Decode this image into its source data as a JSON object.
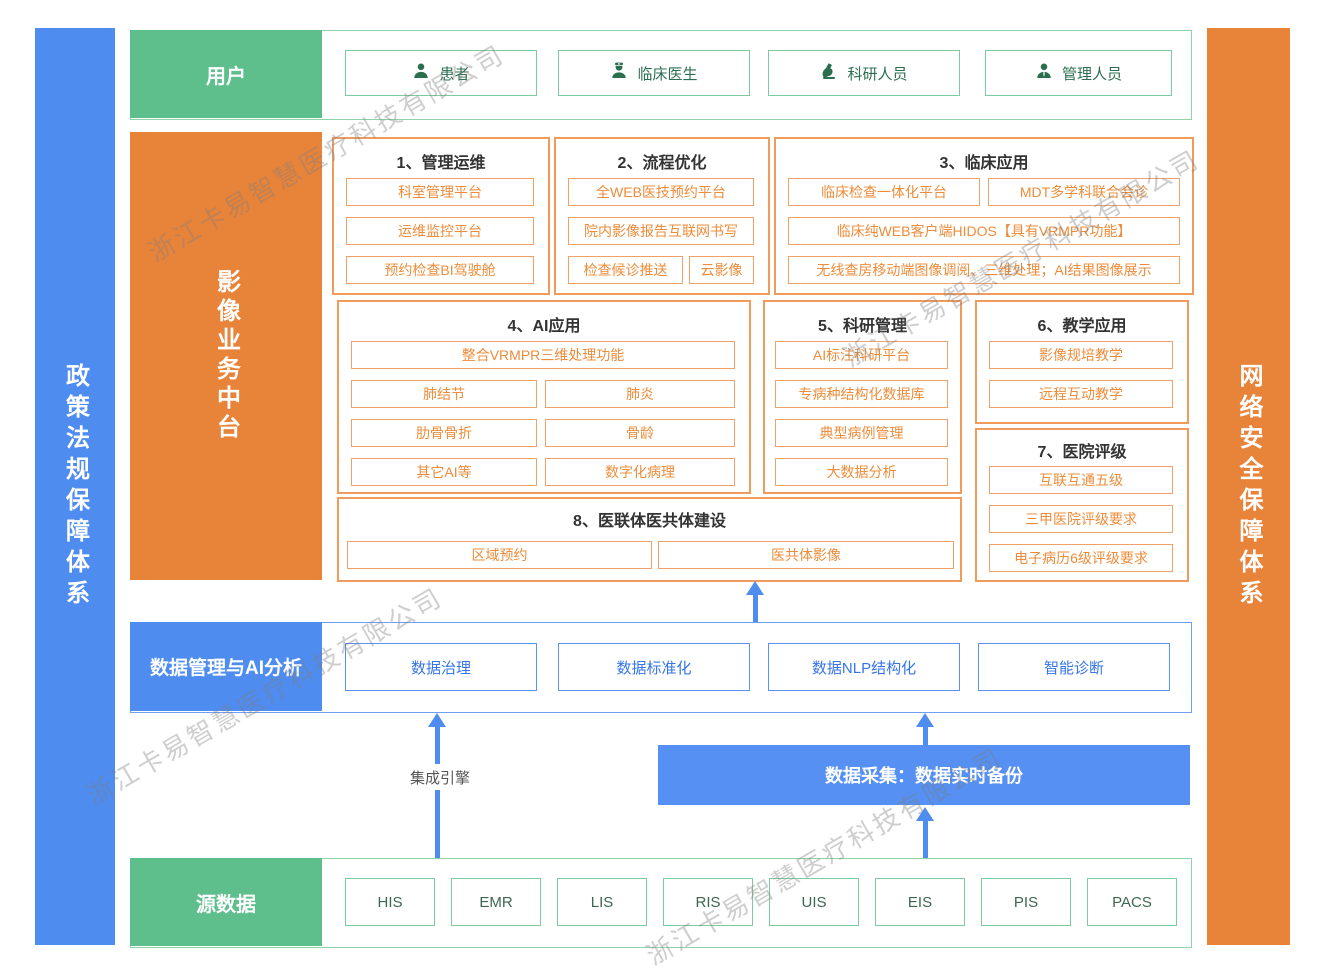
{
  "watermark": {
    "text": "浙江卡易智慧医疗科技有限公司"
  },
  "side_bars": {
    "left": "政策法规保障体系",
    "right": "网络安全保障体系"
  },
  "users": {
    "header": "用户",
    "items": [
      {
        "label": "患者",
        "icon": "patient-icon"
      },
      {
        "label": "临床医生",
        "icon": "doctor-icon"
      },
      {
        "label": "科研人员",
        "icon": "microscope-icon"
      },
      {
        "label": "管理人员",
        "icon": "admin-icon"
      }
    ]
  },
  "platform": {
    "header": "影像业务中台",
    "groups": [
      {
        "title": "1、管理运维",
        "items": [
          "科室管理平台",
          "运维监控平台",
          "预约检查BI驾驶舱"
        ]
      },
      {
        "title": "2、流程优化",
        "items": [
          "全WEB医技预约平台",
          "院内影像报告互联网书写",
          "检查候诊推送",
          "云影像"
        ]
      },
      {
        "title": "3、临床应用",
        "items": [
          "临床检查一体化平台",
          "MDT多学科联合会诊",
          "临床纯WEB客户端HIDOS【具有VRMPR功能】",
          "无线查房移动端图像调阅、三维处理；AI结果图像展示"
        ]
      },
      {
        "title": "4、AI应用",
        "items": [
          "整合VRMPR三维处理功能",
          "肺结节",
          "肺炎",
          "肋骨骨折",
          "骨龄",
          "其它AI等",
          "数字化病理"
        ]
      },
      {
        "title": "5、科研管理",
        "items": [
          "AI标注科研平台",
          "专病种结构化数据库",
          "典型病例管理",
          "大数据分析"
        ]
      },
      {
        "title": "6、教学应用",
        "items": [
          "影像规培教学",
          "远程互动教学"
        ]
      },
      {
        "title": "7、医院评级",
        "items": [
          "互联互通五级",
          "三甲医院评级要求",
          "电子病历6级评级要求"
        ]
      },
      {
        "title": "8、医联体医共体建设",
        "items": [
          "区域预约",
          "医共体影像"
        ]
      }
    ]
  },
  "data_mgmt": {
    "header": "数据管理与AI分析",
    "items": [
      "数据治理",
      "数据标准化",
      "数据NLP结构化",
      "智能诊断"
    ]
  },
  "middle": {
    "integration_label": "集成引擎",
    "collection_label": "数据采集：数据实时备份"
  },
  "source": {
    "header": "源数据",
    "items": [
      "HIS",
      "EMR",
      "LIS",
      "RIS",
      "UIS",
      "EIS",
      "PIS",
      "PACS"
    ]
  },
  "colors": {
    "green": "#5ebf8d",
    "orange": "#e8833a",
    "blue": "#4e8cf0"
  }
}
